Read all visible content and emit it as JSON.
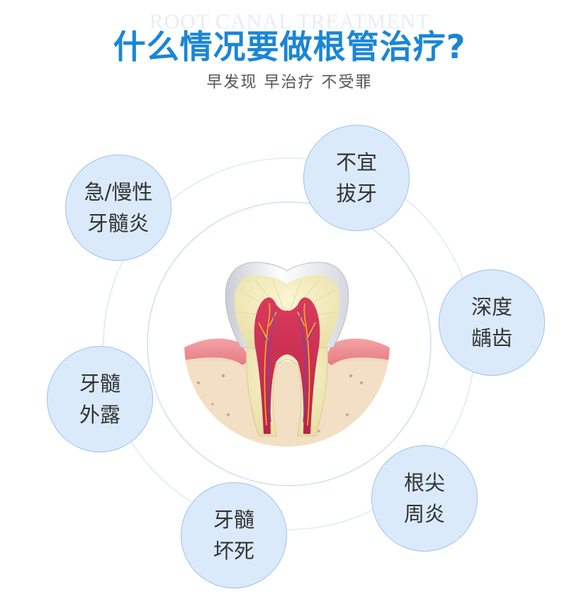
{
  "header": {
    "watermark": "ROOT CANAL TREATMENT",
    "title": "什么情况要做根管治疗?",
    "subtitle": "早发现 早治疗 不受罪"
  },
  "colors": {
    "title": "#1a86d6",
    "bubble_fill": "#daeafa",
    "bubble_border": "#9ec3e6",
    "ring": "#cfe0f1"
  },
  "bubbles": [
    {
      "line1": "急/慢性",
      "line2": "牙髓炎"
    },
    {
      "line1": "不宜",
      "line2": "拔牙"
    },
    {
      "line1": "深度",
      "line2": "龋齿"
    },
    {
      "line1": "牙髓",
      "line2": "外露"
    },
    {
      "line1": "根尖",
      "line2": "周炎"
    },
    {
      "line1": "牙髓",
      "line2": "坏死"
    }
  ],
  "illustration": {
    "icon": "tooth-cross-section-icon"
  }
}
